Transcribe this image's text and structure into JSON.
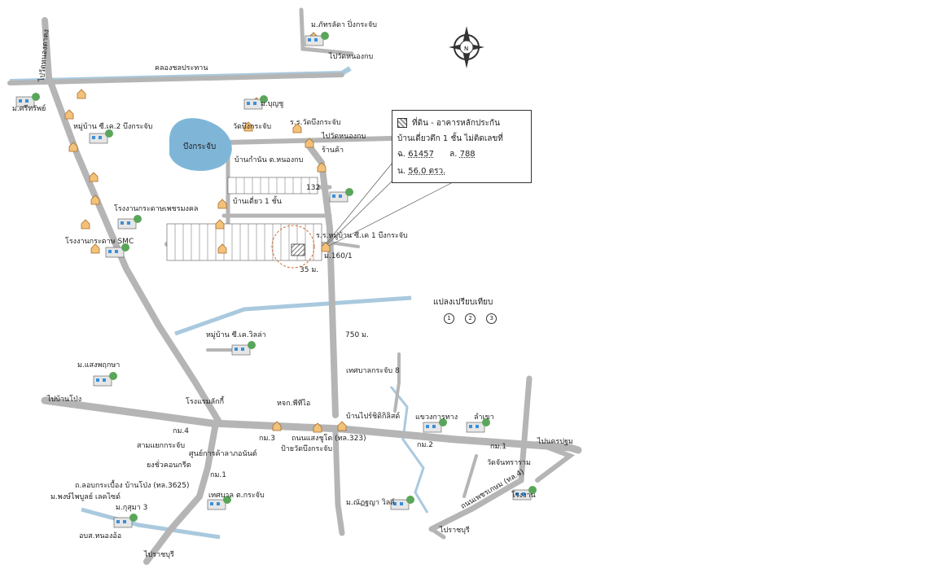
{
  "compass": {
    "north": "N"
  },
  "legend": {
    "swatch_label": "ที่ดิน - อาคารหลักประกัน",
    "building": "บ้านเดี่ยวตึก 1 ชั้น  ไม่ติดเลขที่",
    "deed_prefix": "ฉ.",
    "deed_no": "61457",
    "lot_prefix": "ล.",
    "lot_no": "788",
    "area_prefix": "น.",
    "area": "56.0 ตรว."
  },
  "comparison": {
    "title": "แปลงเปรียบเทียบ",
    "markers": [
      "1",
      "2",
      "3"
    ]
  },
  "distances": {
    "d35": "35 ม.",
    "d750": "750 ม."
  },
  "labels": {
    "l01": "ม.ภัทรลัดา ปิ่งกระจับ",
    "l02": "ไปวัดหนองกบ",
    "l03": "คลองชลประทาน",
    "l04": "ไปวัดหนองตาคง",
    "l05": "ม.ศรีทรัพย์",
    "l06": "หมู่บ้าน ซี.เค.2 บึงกระจับ",
    "l07": "ม.บุญชู",
    "l08": "วัดบึงกระจับ",
    "l09": "ร.ร.วัดบึงกระจับ",
    "l10": "ไปวัดหนองกบ",
    "l11": "บึงกระจับ",
    "l12": "ร้านค้า",
    "l13": "บ้านกำนัน ต.หนองกบ",
    "l14": "132",
    "l15": "บ้านเดี่ยว 1 ชั้น",
    "l16": "ร.ร.หมู่บ้าน ซี.เค 1 บึงกระจับ",
    "l17": "ม.160/1",
    "l18": "โรงงานกระดาษเพชรมงคล",
    "l19": "โรงงานกระดาษ SMC",
    "l20": "หมู่บ้าน ซี.เค.วิลล่า",
    "l21": "ม.แสงพฤกษา",
    "l22": "ไปบ้านโป่ง",
    "l23": "โรงแรมลักกี้",
    "l24": "กม.4",
    "l25": "สามแยกกระจับ",
    "l26": "ศูนย์การค้าลาภอนันต์",
    "l27": "ยงชั่วคอนกรีต",
    "l28": "กม.1",
    "l29": "ถ.ลอบกระเบื้อง บ้านโป่ง (ทล.3625)",
    "l30": "ม.พงษ์ไพบูลย์ เลคไซด์",
    "l31": "ม.กุสุมา 3",
    "l32": "อบส.หนองอ้อ",
    "l33": "ไปราชบุรี",
    "l34": "เทศบาล ต.กระจับ",
    "l35": "หจก.พีทีไอ",
    "l36": "กม.3",
    "l37": "ถนนแสงชูโต (ทล.323)",
    "l38": "ป้ายวัดบึงกระจับ",
    "l39": "เทศบาลกระจับ 8",
    "l40": "บ้านไปร์ชิดิกิลิสด์",
    "l41": "แขวงการทาง",
    "l42": "ลำเขา",
    "l43": "กม.2",
    "l44": "กม.1",
    "l45": "วัดจันทราราม",
    "l46": "ไปนครปฐม",
    "l47": "โรงงาน",
    "l48": "ม.ณัฏฐญา วิลล์",
    "l49": "ไปราชบุรี",
    "l50": "ถนนเพชรเกษม (ทล.4)"
  }
}
